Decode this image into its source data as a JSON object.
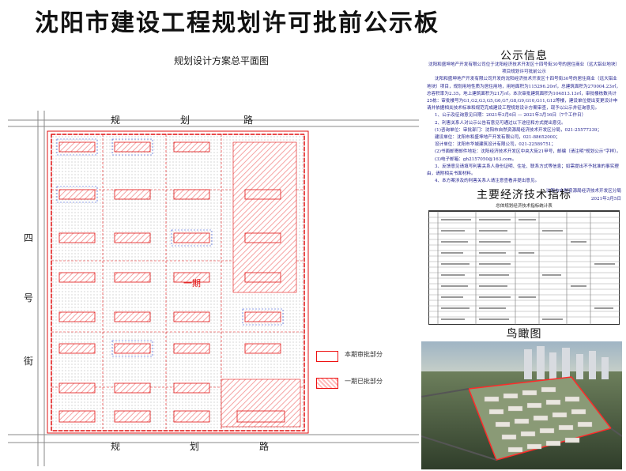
{
  "title": "沈阳市建设工程规划许可批前公示板",
  "plan": {
    "subtitle": "规划设计方案总平面图",
    "road_top": [
      "规",
      "划",
      "路"
    ],
    "road_bottom": [
      "规",
      "划",
      "路"
    ],
    "road_left": [
      "四",
      "号",
      "街"
    ],
    "phase_label": "一期"
  },
  "legend": {
    "current": "本期审批部分",
    "previous": "一期已批部分"
  },
  "notice": {
    "title": "公示信息",
    "paragraphs": [
      "沈阳和盛坤地产开发有限公司位于沈阳经济技术开发区十四号街30号的居住商业（远大铝业地块）项目规划许可批前公示",
      "沈阳和盛坤地产开发有限公司开发的沈阳经济技术开发区十四号街30号的居住商业（远大铝业地块）项目，规划用地性质为居住用地，用地面积为115296.20㎡，总建筑面积为270004.23㎡，总容积率为2.35，地上建筑面积为21万㎡。本次审批建筑面积为104813.13㎡，审批楼栋数共计25栋：审批楼号为G1,G2,G3,G5,G6,G7,G8,G9,G10,G11,G12等楼，建设单位提出变更设计申请并依据相关技术标准和规范完成建设工程规划设计方案审查，现予以公示并征询意见。",
      "1、公示及征询意见日期：2021年3月6日 — 2021年3月16日（7个工作日）",
      "2、利害关系人对公示公告有意见可通过以下途径和方式提出意见。",
      "(1)咨询单位：审批部门：沈阳市自然资源局经济技术开发区分局，021-25577339；",
      "建设单位：沈阳市和盛坤地产开发有限公司，021-88652000；",
      "设计单位：沈阳市华城建筑设计有限公司，021-22589751；",
      "(2)书面邮寄邮件地址：沈阳经济技术开发区中央大街21甲号，邮编（请注明\"规划公示\"字样）。",
      "(3)电子邮箱：gh2157050@163.com。",
      "3、反馈意见请填写利害关系人身份证明、住址、联系方式等信息；如需提出不予批准的事实理由，请附相关书面材料。",
      "4、本方案涉及的利害关系人请注意查看并提出意见。"
    ],
    "sign_org": "沈阳市自然资源局经济技术开发区分局",
    "sign_date": "2021年3月5日"
  },
  "economic": {
    "title": "主要经济技术指标",
    "table_title": "总体规划经济技术指标统计表"
  },
  "aerial": {
    "title": "鸟瞰图"
  },
  "colors": {
    "red": "#e11111",
    "hatch": "#f5a3a3",
    "notice_text": "#1a1a8a"
  }
}
